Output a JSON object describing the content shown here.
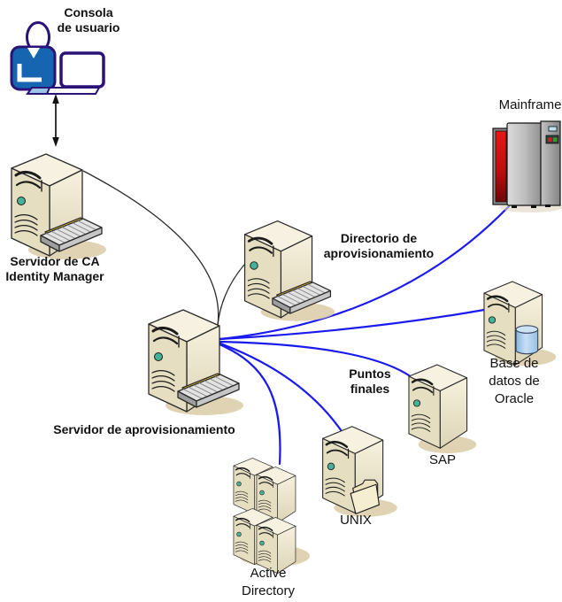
{
  "nodes": {
    "user_console": {
      "lines": [
        "Consola",
        "de usuario"
      ]
    },
    "im_server": {
      "lines": [
        "Servidor de CA",
        "Identity Manager"
      ]
    },
    "prov_directory": {
      "lines": [
        "Directorio de",
        "aprovisionamiento"
      ]
    },
    "prov_server": {
      "lines": [
        "Servidor de aprovisionamiento"
      ]
    },
    "endpoints_caption": {
      "lines": [
        "Puntos",
        "finales"
      ]
    },
    "mainframe": {
      "lines": [
        "Mainframe"
      ]
    },
    "oracle_db": {
      "lines": [
        "Base de",
        "datos de",
        "Oracle"
      ]
    },
    "sap": {
      "lines": [
        "SAP"
      ]
    },
    "unix": {
      "lines": [
        "UNIX"
      ]
    },
    "active_directory": {
      "lines": [
        "Active",
        "Directory"
      ]
    }
  },
  "connections": [
    {
      "from": "Consola de usuario",
      "to": "Servidor de CA Identity Manager",
      "type": "double-arrow",
      "color": "#1a1a1a"
    },
    {
      "from": "Servidor de CA Identity Manager",
      "to": "Servidor de aprovisionamiento",
      "type": "curve",
      "color": "#1a1a1a"
    },
    {
      "from": "Directorio de aprovisionamiento",
      "to": "Servidor de aprovisionamiento",
      "type": "curve",
      "color": "#1a1a1a"
    },
    {
      "from": "Servidor de aprovisionamiento",
      "to": "Mainframe",
      "type": "curve",
      "color": "#1a1aee"
    },
    {
      "from": "Servidor de aprovisionamiento",
      "to": "Base de datos de Oracle",
      "type": "curve",
      "color": "#1a1aee"
    },
    {
      "from": "Servidor de aprovisionamiento",
      "to": "SAP",
      "type": "curve",
      "color": "#1a1aee"
    },
    {
      "from": "Servidor de aprovisionamiento",
      "to": "UNIX",
      "type": "curve",
      "color": "#1a1aee"
    },
    {
      "from": "Servidor de aprovisionamiento",
      "to": "Active Directory",
      "type": "curve",
      "color": "#1a1aee"
    }
  ],
  "colors": {
    "endpoint_connector": "#1a1aee",
    "internal_connector": "#2a2a2a",
    "server_front": "#e6dec1",
    "server_side": "#efe8d2",
    "server_top": "#f6f1e0",
    "shadow": "#d8c8a1",
    "mainframe_red": "#c41414",
    "mainframe_gray": "#b9b9b9",
    "db_cylinder": "#a9cdec",
    "person_shirt": "#1565b0",
    "person_outline": "#2a1276",
    "background": "#ffffff"
  }
}
